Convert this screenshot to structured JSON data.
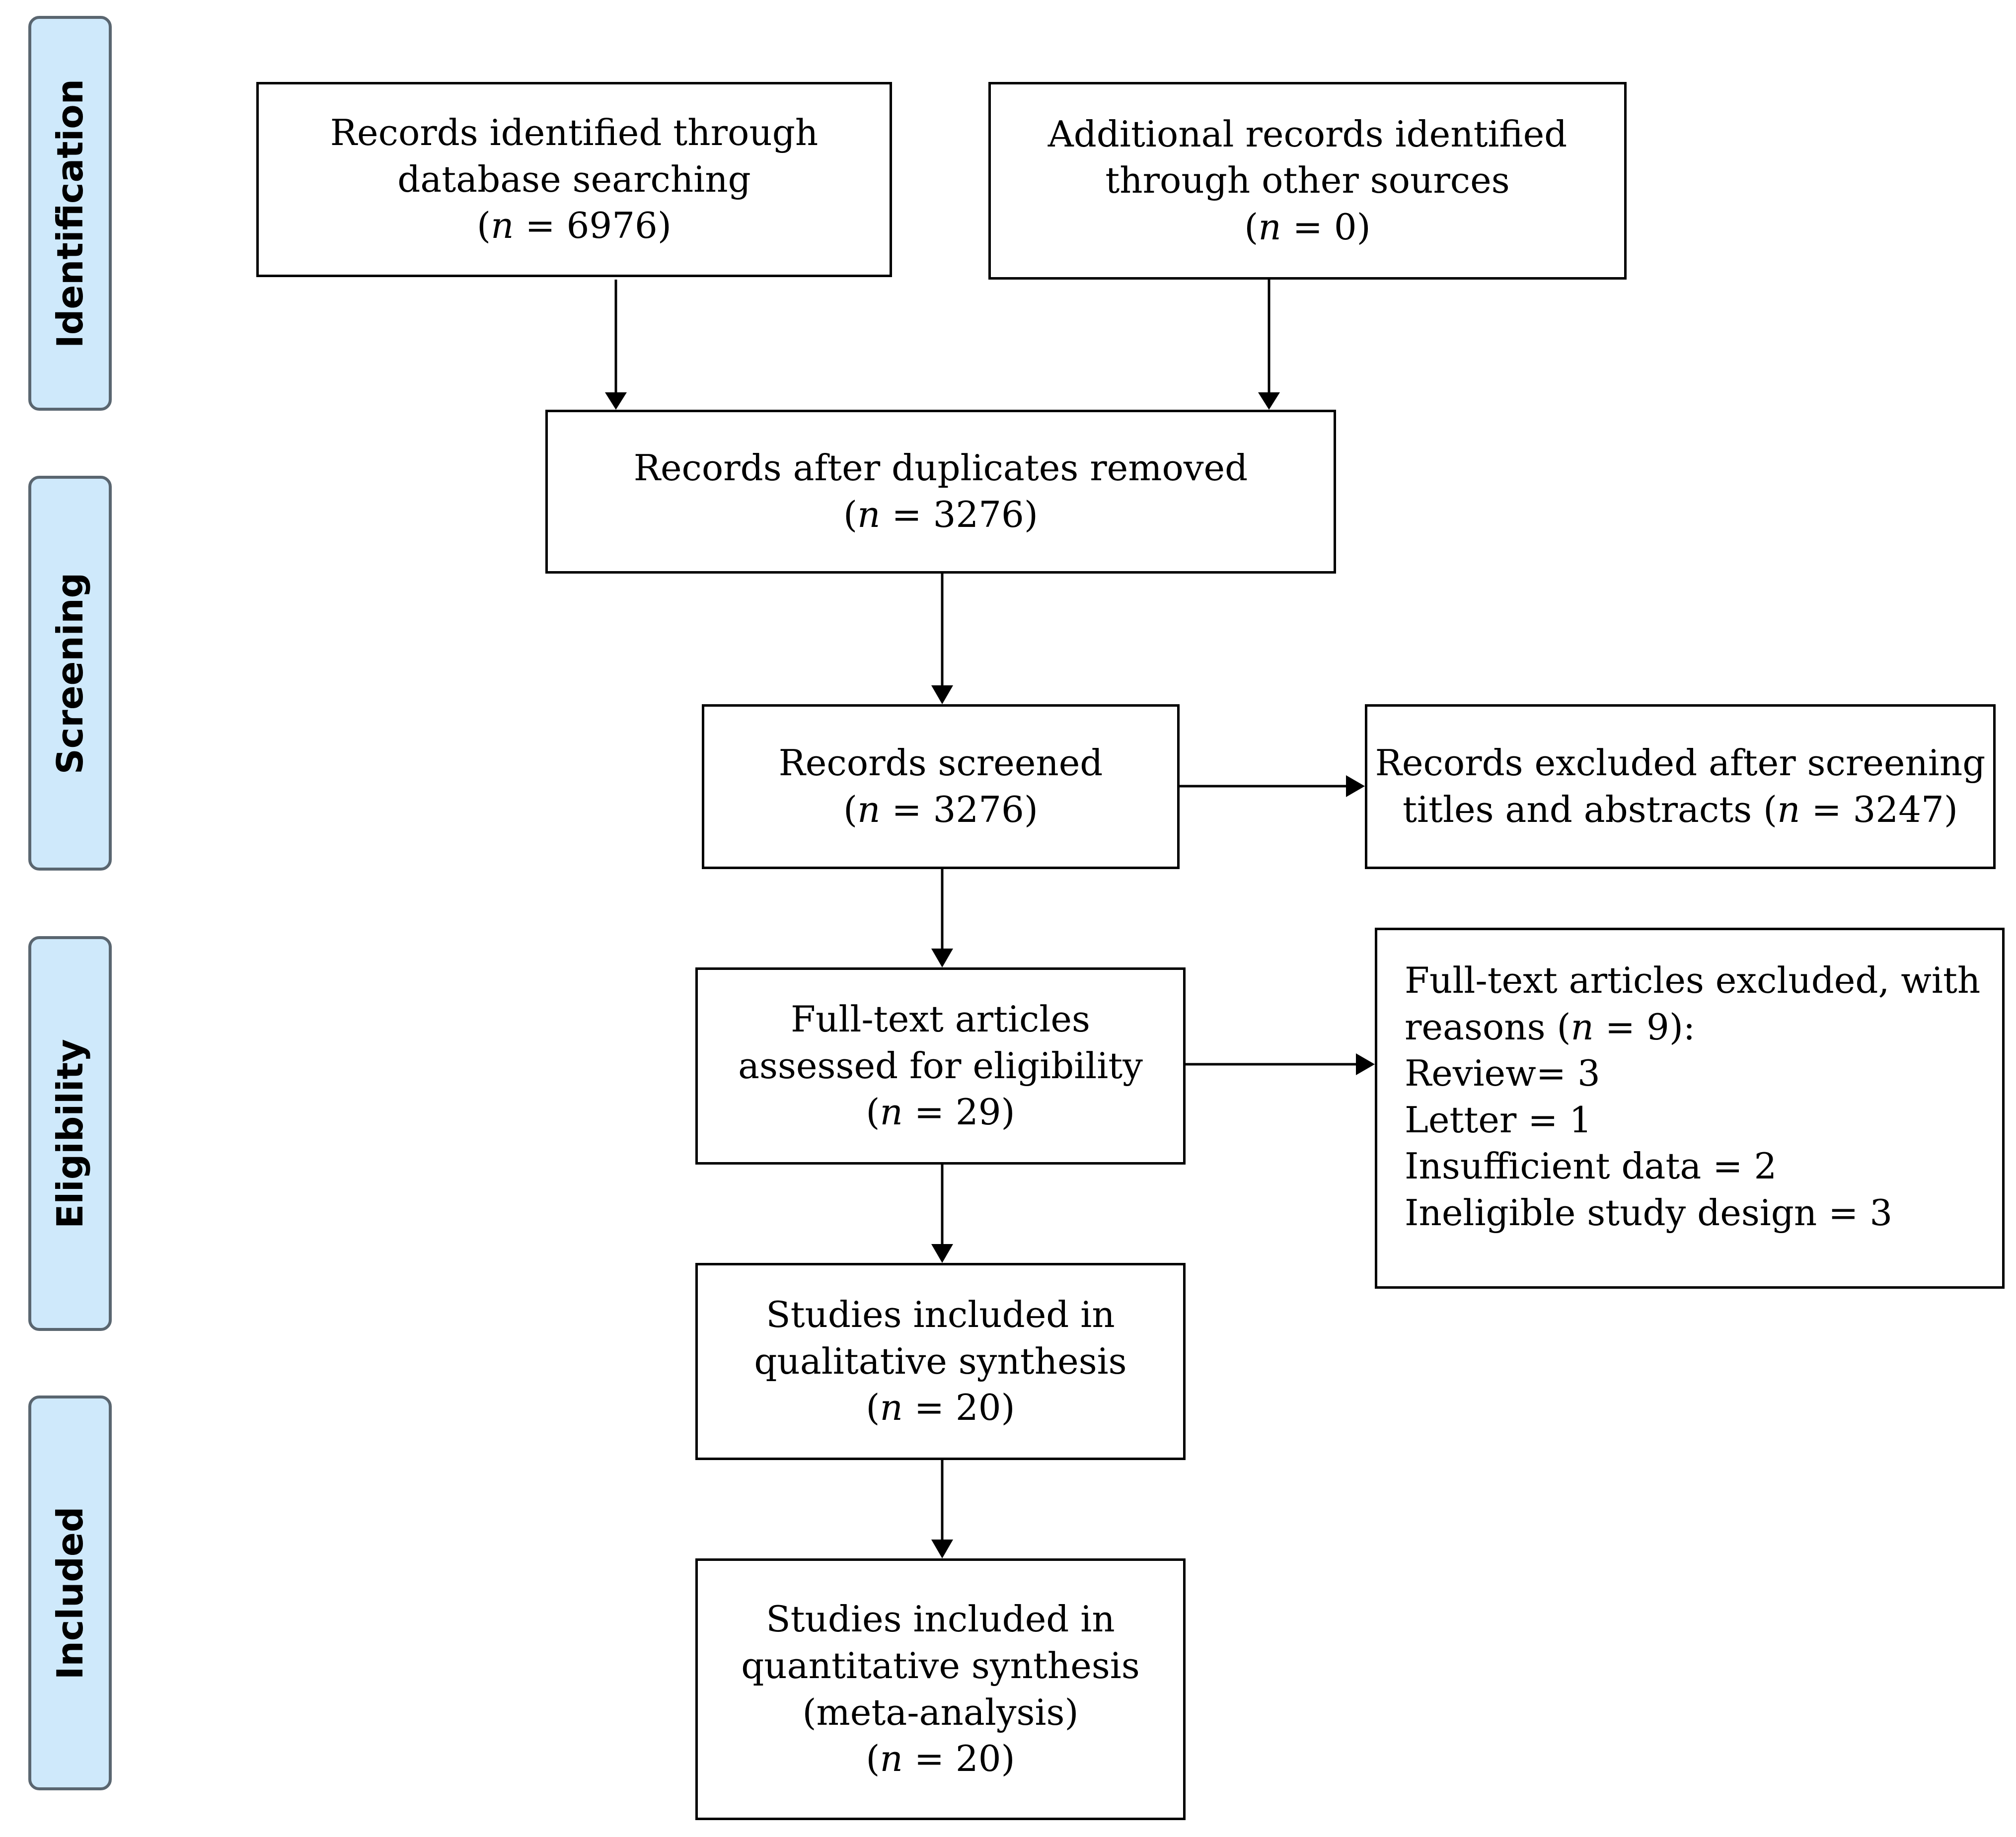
{
  "phases": {
    "identification": "Identification",
    "screening": "Screening",
    "eligibility": "Eligibility",
    "included": "Included"
  },
  "boxes": {
    "database": {
      "line1": "Records identified through",
      "line2": "database searching",
      "n_prefix": "(",
      "n_symbol": "n",
      "n_value": " = 6976)"
    },
    "other_sources": {
      "line1": "Additional records identified",
      "line2": "through other sources",
      "n_prefix": "(",
      "n_symbol": "n",
      "n_value": " = 0)"
    },
    "duplicates_removed": {
      "line1": "Records after duplicates removed",
      "n_prefix": "(",
      "n_symbol": "n",
      "n_value": " = 3276)"
    },
    "screened": {
      "line1": "Records screened",
      "n_prefix": "(",
      "n_symbol": "n",
      "n_value": " = 3276)"
    },
    "excluded_screening": {
      "line1": "Records excluded after screening",
      "line2_prefix": "titles and abstracts (",
      "n_symbol": "n",
      "n_value": " = 3247)"
    },
    "fulltext_assessed": {
      "line1": "Full-text articles",
      "line2": "assessed for eligibility",
      "n_prefix": "(",
      "n_symbol": "n",
      "n_value": " = 29)"
    },
    "fulltext_excluded": {
      "line1": "Full-text articles excluded, with",
      "line2_prefix": "reasons (",
      "n_symbol": "n",
      "line2_suffix": " = 9):",
      "reasons": [
        "Review= 3",
        "Letter = 1",
        "Insufficient data = 2",
        "Ineligible study design = 3"
      ]
    },
    "qualitative": {
      "line1": "Studies included in",
      "line2": "qualitative synthesis",
      "n_prefix": "(",
      "n_symbol": "n",
      "n_value": " = 20)"
    },
    "quantitative": {
      "line1": "Studies included in",
      "line2": "quantitative synthesis",
      "line3": "(meta-analysis)",
      "n_prefix": "(",
      "n_symbol": "n",
      "n_value": " = 20)"
    }
  },
  "colors": {
    "phase_fill": "#cfe9fb",
    "phase_border": "#5a6670",
    "box_border": "#000000"
  }
}
